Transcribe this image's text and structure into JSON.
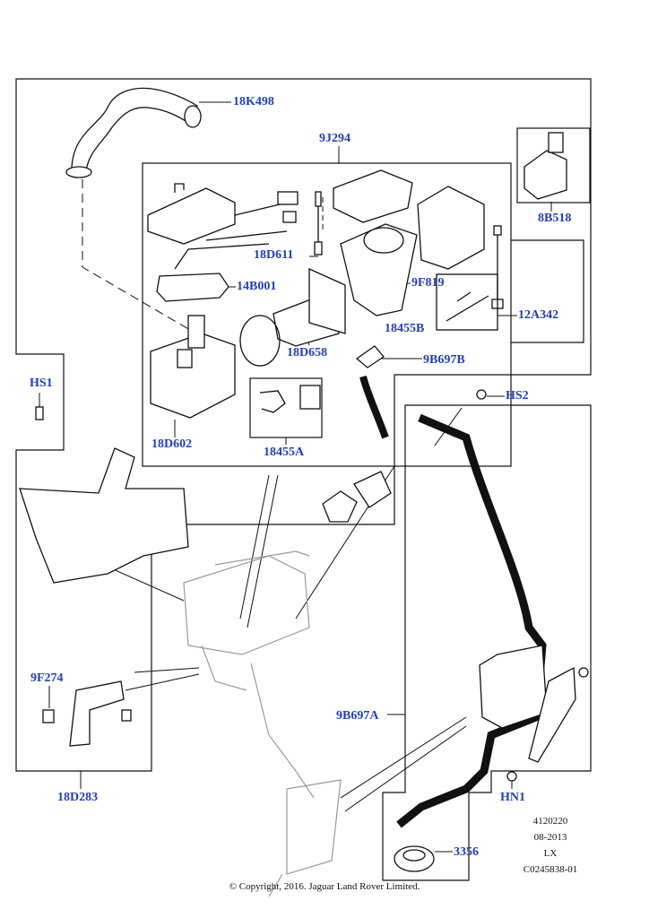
{
  "callouts": {
    "c18K498": "18K498",
    "c9J294": "9J294",
    "c8B518": "8B518",
    "c18D611": "18D611",
    "c14B001": "14B001",
    "c9F819": "9F819",
    "c12A342": "12A342",
    "c18455B": "18455B",
    "c18D658": "18D658",
    "c9B697B": "9B697B",
    "cHS1": "HS1",
    "cHS2": "HS2",
    "c18D602": "18D602",
    "c18455A": "18455A",
    "c9F274": "9F274",
    "c9B697A": "9B697A",
    "c18D283": "18D283",
    "cHN1": "HN1",
    "c3356": "3356"
  },
  "footer": {
    "ref1": "4120220",
    "ref2": "08-2013",
    "ref3": "LX",
    "ref4": "C0245838-01",
    "copyright": "© Copyright, 2016. Jaguar Land Rover Limited."
  },
  "colors": {
    "callout": "#1f3fbf",
    "line": "#111111",
    "ghost": "#9a9a9a"
  }
}
